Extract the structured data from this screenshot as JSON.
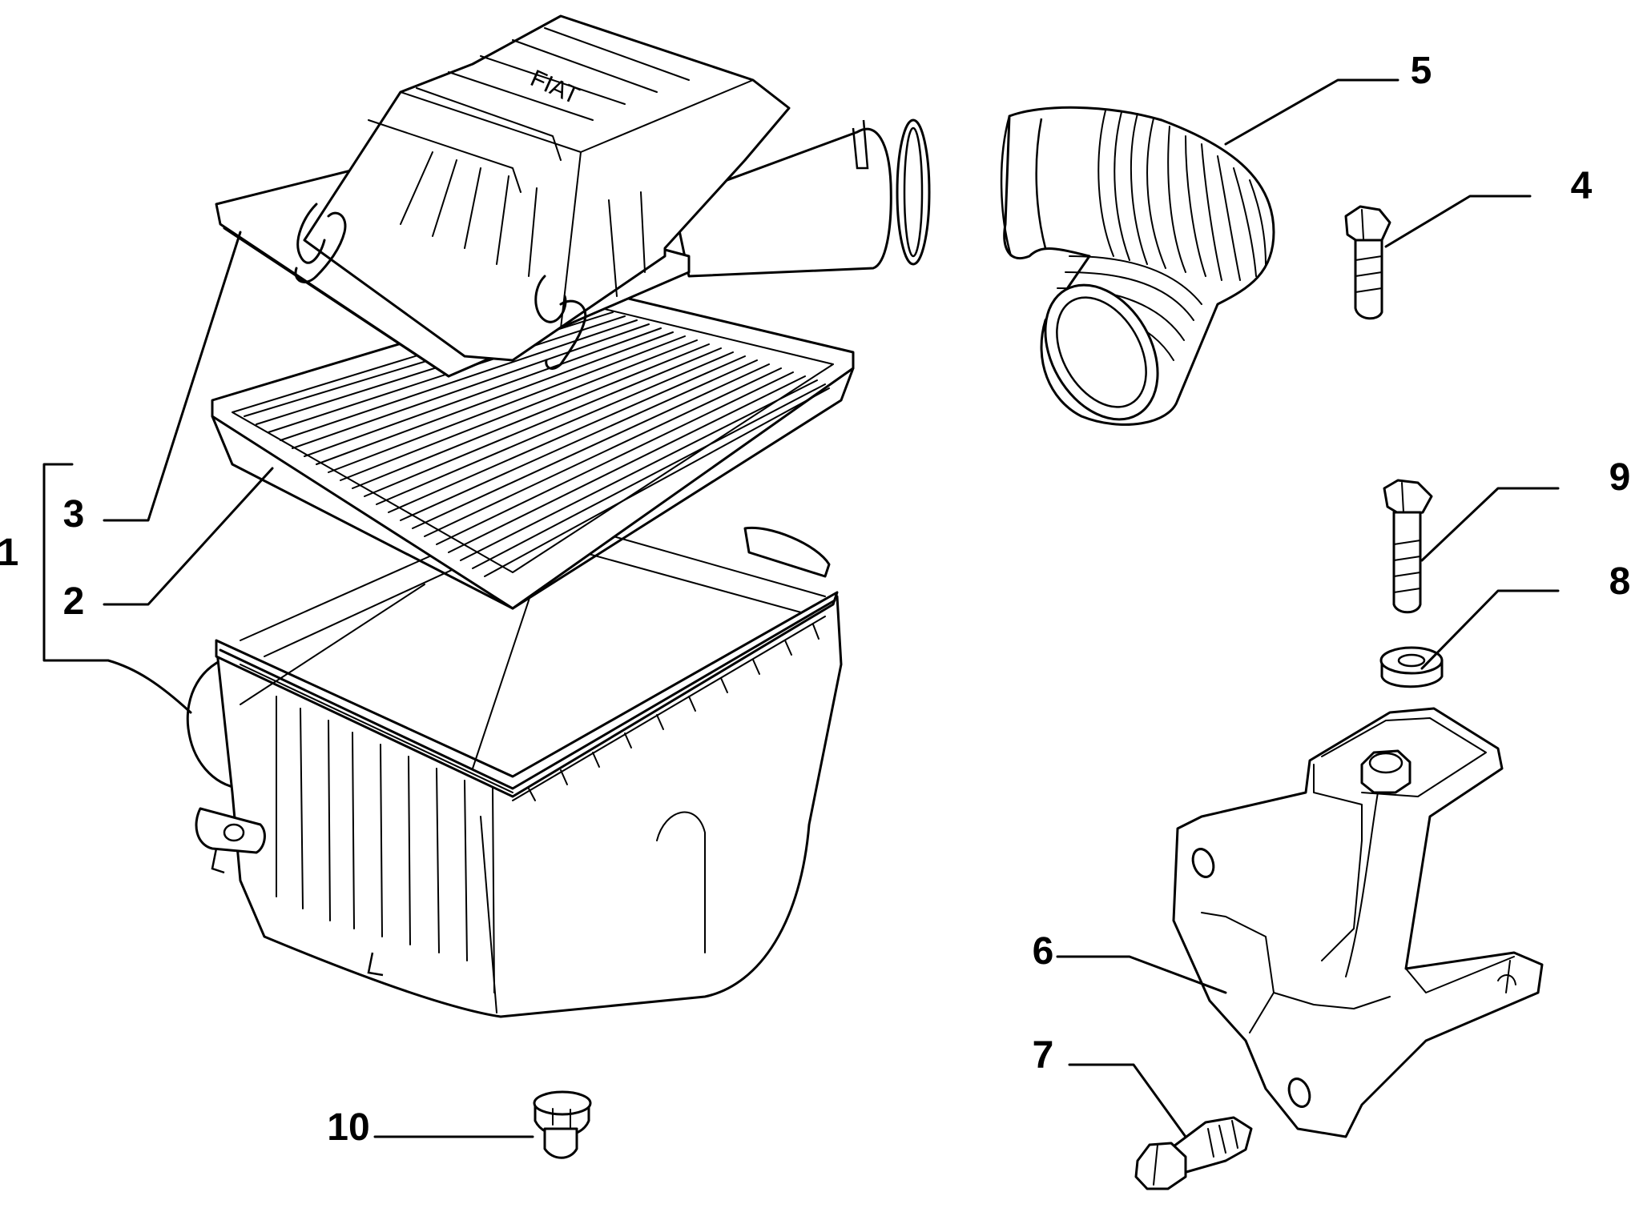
{
  "callouts": [
    {
      "id": "1",
      "label": "1"
    },
    {
      "id": "2",
      "label": "2"
    },
    {
      "id": "3",
      "label": "3"
    },
    {
      "id": "4",
      "label": "4"
    },
    {
      "id": "5",
      "label": "5"
    },
    {
      "id": "6",
      "label": "6"
    },
    {
      "id": "7",
      "label": "7"
    },
    {
      "id": "8",
      "label": "8"
    },
    {
      "id": "9",
      "label": "9"
    },
    {
      "id": "10",
      "label": "10"
    }
  ],
  "cover_lettering": "FIAT"
}
